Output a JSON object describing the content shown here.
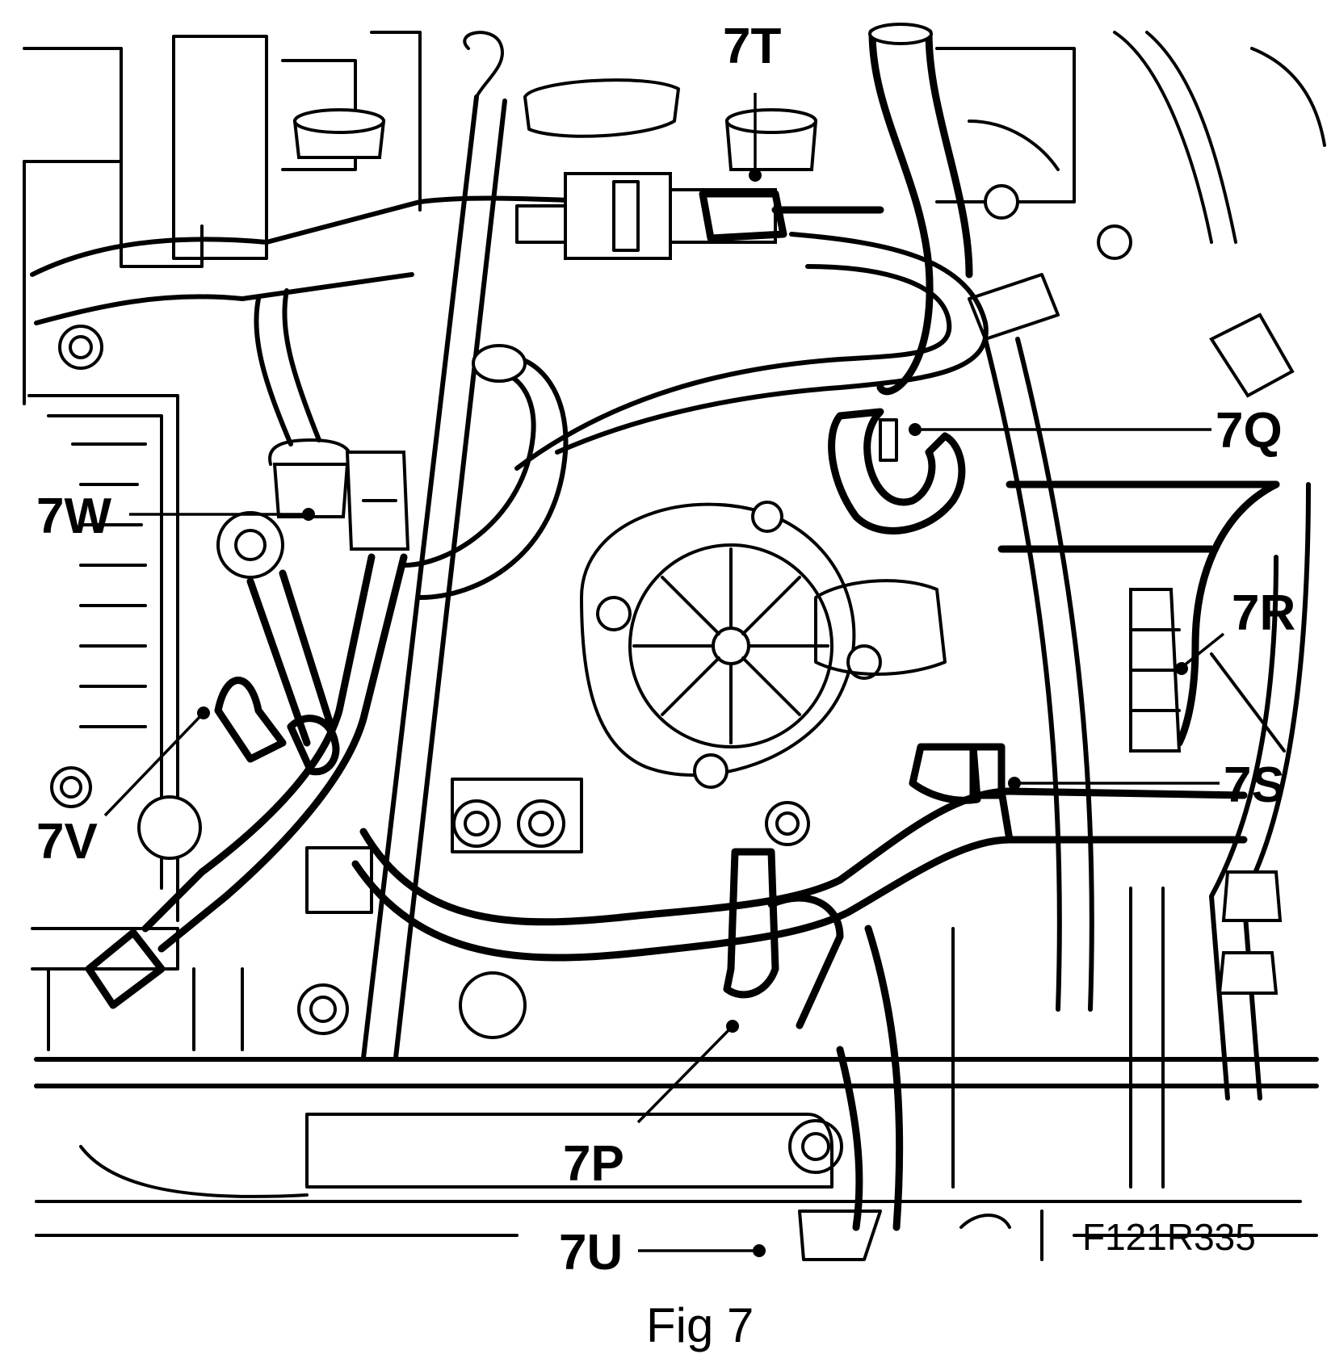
{
  "figure": {
    "code": "F121R335",
    "caption": "Fig 7"
  },
  "callouts": [
    {
      "id": "7T",
      "text": "7T"
    },
    {
      "id": "7Q",
      "text": "7Q"
    },
    {
      "id": "7W",
      "text": "7W"
    },
    {
      "id": "7R",
      "text": "7R"
    },
    {
      "id": "7V",
      "text": "7V"
    },
    {
      "id": "7S",
      "text": "7S"
    },
    {
      "id": "7P",
      "text": "7P"
    },
    {
      "id": "7U",
      "text": "7U"
    }
  ]
}
